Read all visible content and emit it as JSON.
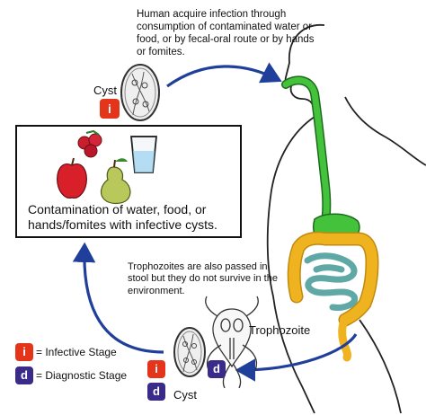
{
  "human_note": "Human acquire infection through consumption of contaminated water or food, or by fecal-oral route or by hands or fomites.",
  "cyst_label": "Cyst",
  "contamination_text": "Contamination of water, food, or hands/fomites with infective cysts.",
  "trophozoite_note": "Trophozoites are also passed in stool but they do not survive in the environment.",
  "trophozoite_label": "Trophozoite",
  "legend": {
    "infective_symbol": "i",
    "infective_label": "= Infective Stage",
    "diagnostic_symbol": "d",
    "diagnostic_label": "= Diagnostic Stage"
  },
  "colors": {
    "arrow": "#1f3f9a",
    "infective": "#e4351b",
    "diagnostic": "#3a2a8a",
    "stomach": "#44c23c",
    "large_intestine": "#f0b320",
    "small_intestine": "#5fa8a6"
  }
}
